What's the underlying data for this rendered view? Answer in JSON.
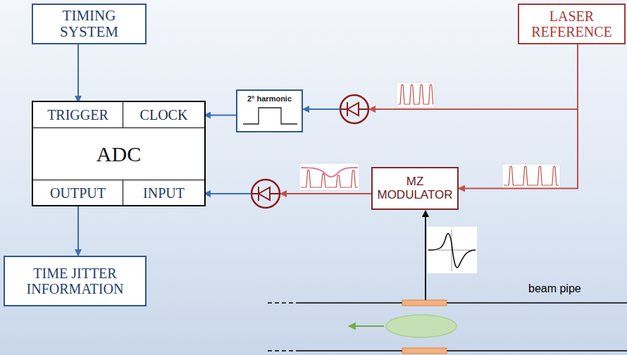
{
  "diagram": {
    "nodes": [
      {
        "text": [
          "TIMING SYSTEM"
        ]
      },
      {
        "text": [
          "LASER REFERENCE"
        ]
      },
      {
        "text": [
          "ADC"
        ]
      },
      {
        "text": [
          "TRIGGER"
        ],
        "in": 2
      },
      {
        "text": [
          "CLOCK"
        ],
        "in": 2
      },
      {
        "text": [
          "OUTPUT"
        ],
        "in": 2
      },
      {
        "text": [
          "INPUT"
        ],
        "in": 2
      },
      {
        "text": [
          "2° harmonic"
        ]
      },
      {
        "text": [
          "MZ MODULATOR"
        ]
      },
      {
        "text": [
          "TIME JITTER INFORMATION"
        ]
      }
    ],
    "edges": [
      {
        "from": 0,
        "to": 3,
        "arrow": "to"
      },
      {
        "from": 1,
        "to": 7,
        "arrow": "to"
      },
      {
        "from": 7,
        "to": 4,
        "arrow": "to"
      },
      {
        "from": 1,
        "to": 8,
        "arrow": "to"
      },
      {
        "from": 8,
        "to": 6,
        "arrow": "to"
      },
      {
        "from": 5,
        "to": 9,
        "arrow": "to"
      }
    ],
    "labels": [
      "beam pipe"
    ]
  }
}
